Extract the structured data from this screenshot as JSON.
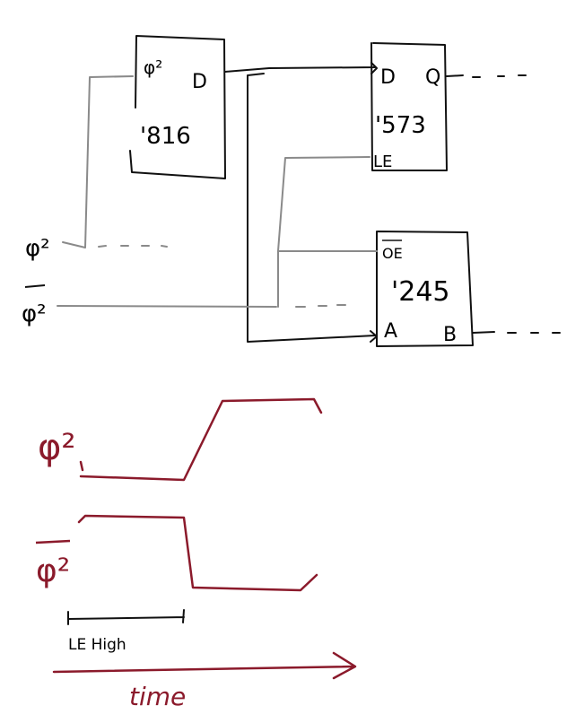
{
  "chips": {
    "c816": {
      "name": "'816",
      "pin_clk": "φ²",
      "pin_d": "D"
    },
    "c573": {
      "name": "'573",
      "pin_d": "D",
      "pin_q": "Q",
      "pin_le": "LE"
    },
    "c245": {
      "name": "'245",
      "pin_oe": "OE",
      "pin_a": "A",
      "pin_b": "B"
    }
  },
  "signals": {
    "phi2": "φ²",
    "phi2_bar": "φ²"
  },
  "waveforms": {
    "phi2": "φ²",
    "phi2_bar": "φ²",
    "le_high": "LE High",
    "time": "time"
  },
  "colors": {
    "ink": "#111111",
    "wire_gray": "#8a8a8a",
    "waveform": "#8b1a2b"
  }
}
